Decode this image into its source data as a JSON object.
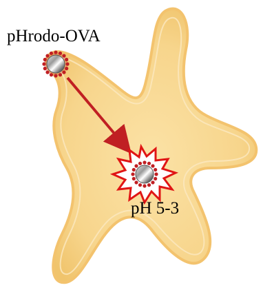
{
  "labels": {
    "probe": "pHrodo-OVA",
    "acidic_ph": "pH 5-3"
  },
  "colors": {
    "cell_fill": "#f7d58c",
    "cell_edge": "#f3c36e",
    "cell_inner": "#fbe5b0",
    "bead_dots": "#c01f23",
    "arrow": "#c01f23",
    "burst": "#e01515"
  },
  "icons": {
    "cell": "dendritic-cell-shape",
    "bead": "particle-bead-icon",
    "arrow": "uptake-arrow-icon",
    "burst": "acidic-burst-icon"
  }
}
